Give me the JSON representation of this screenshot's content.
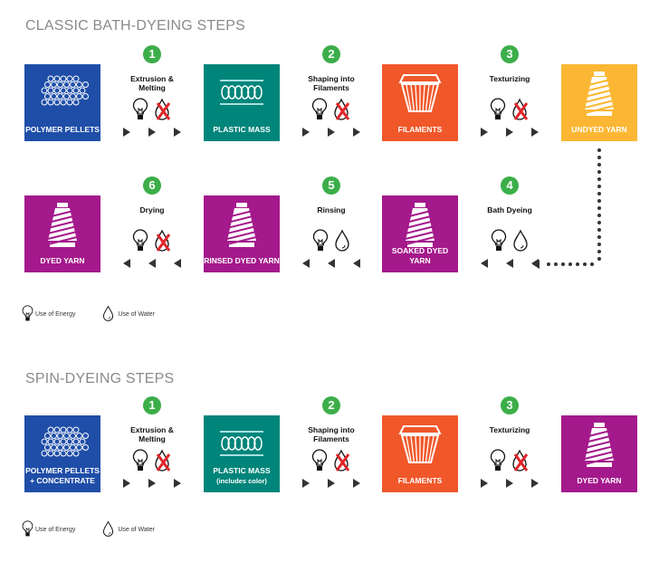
{
  "colors": {
    "blue": "#1f4ea8",
    "teal": "#00857a",
    "orange": "#f0582a",
    "yellow": "#fbb734",
    "magenta": "#a4198b",
    "green": "#3cae49"
  },
  "sections": [
    {
      "title": "CLASSIC BATH-DYEING STEPS",
      "rows": [
        {
          "dir": "right",
          "boxes": [
            {
              "label": "POLYMER PELLETS",
              "sub": "",
              "graphic": "pellets",
              "color": "#1f4ea8"
            },
            {
              "label": "PLASTIC MASS",
              "sub": "",
              "graphic": "coil",
              "color": "#00857a"
            },
            {
              "label": "FILAMENTS",
              "sub": "",
              "graphic": "filaments",
              "color": "#f0582a"
            },
            {
              "label": "UNDYED YARN",
              "sub": "",
              "graphic": "cone",
              "color": "#fbb734"
            }
          ],
          "steps": [
            {
              "num": "1",
              "label": "Extrusion & Melting",
              "icons": [
                "energy",
                "water-crossed"
              ]
            },
            {
              "num": "2",
              "label": "Shaping into Filaments",
              "icons": [
                "energy",
                "water-crossed"
              ]
            },
            {
              "num": "3",
              "label": "Texturizing",
              "icons": [
                "energy",
                "water-crossed"
              ]
            }
          ]
        },
        {
          "dir": "left",
          "boxes": [
            {
              "label": "DYED YARN",
              "sub": "",
              "graphic": "cone",
              "color": "#a4198b"
            },
            {
              "label": "RINSED DYED YARN",
              "sub": "",
              "graphic": "cone",
              "color": "#a4198b"
            },
            {
              "label": "SOAKED DYED YARN",
              "sub": "",
              "graphic": "cone",
              "color": "#a4198b"
            }
          ],
          "steps": [
            {
              "num": "6",
              "label": "Drying",
              "icons": [
                "energy",
                "water-crossed"
              ]
            },
            {
              "num": "5",
              "label": "Rinsing",
              "icons": [
                "energy",
                "water"
              ]
            },
            {
              "num": "4",
              "label": "Bath Dyeing",
              "icons": [
                "energy",
                "water"
              ]
            }
          ]
        }
      ],
      "legend": {
        "energy": "Use of Energy",
        "water": "Use of Water"
      }
    },
    {
      "title": "SPIN-DYEING STEPS",
      "rows": [
        {
          "dir": "right",
          "boxes": [
            {
              "label": "POLYMER PELLETS + CONCENTRATE",
              "sub": "",
              "graphic": "pellets",
              "color": "#1f4ea8"
            },
            {
              "label": "PLASTIC MASS",
              "sub": "(includes color)",
              "graphic": "coil",
              "color": "#00857a"
            },
            {
              "label": "FILAMENTS",
              "sub": "",
              "graphic": "filaments",
              "color": "#f0582a"
            },
            {
              "label": "DYED YARN",
              "sub": "",
              "graphic": "cone",
              "color": "#a4198b"
            }
          ],
          "steps": [
            {
              "num": "1",
              "label": "Extrusion & Melting",
              "icons": [
                "energy",
                "water-crossed"
              ]
            },
            {
              "num": "2",
              "label": "Shaping into Filaments",
              "icons": [
                "energy",
                "water-crossed"
              ]
            },
            {
              "num": "3",
              "label": "Texturizing",
              "icons": [
                "energy",
                "water-crossed"
              ]
            }
          ]
        }
      ],
      "legend": {
        "energy": "Use of Energy",
        "water": "Use of Water"
      }
    }
  ]
}
